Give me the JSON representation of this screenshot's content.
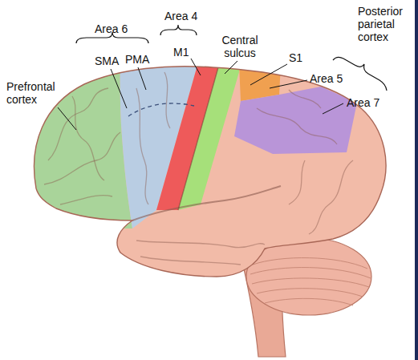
{
  "diagram": {
    "labels": [
      "Area 6",
      "Area 4",
      "Central sulcus",
      "Posterior parietal cortex",
      "SMA",
      "PMA",
      "M1",
      "S1",
      "Area 5",
      "Prefrontal cortex",
      "Area 7"
    ]
  }
}
